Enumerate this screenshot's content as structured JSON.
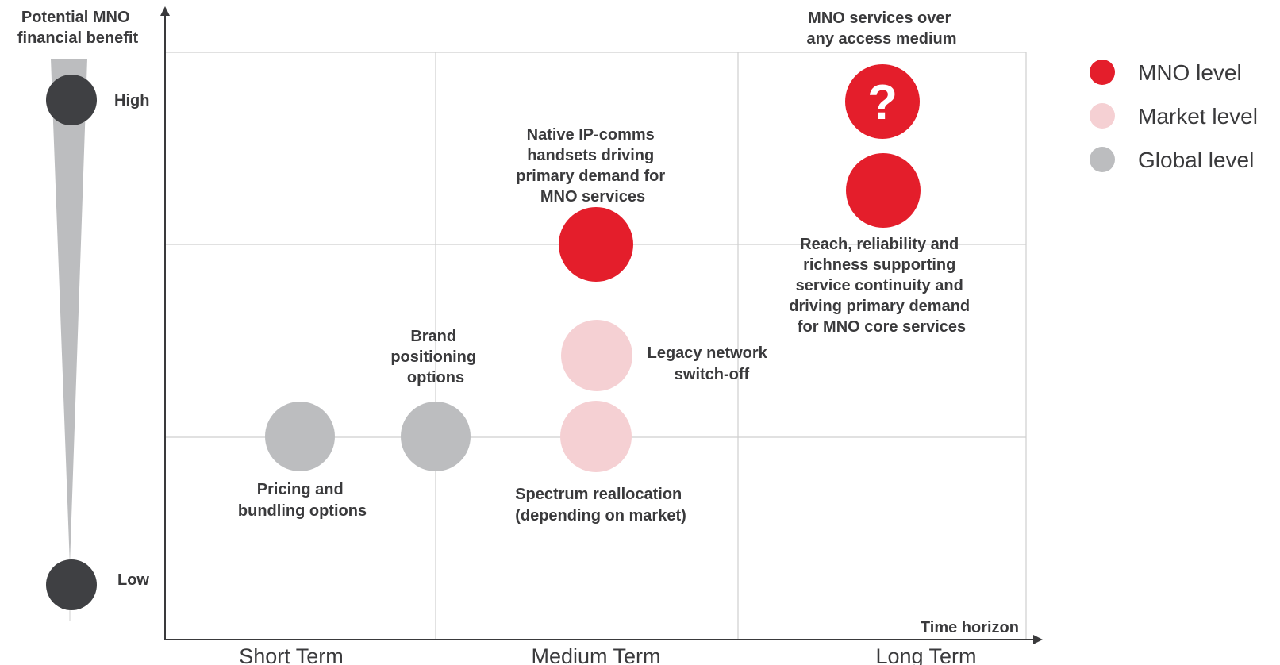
{
  "y_axis": {
    "title": [
      "Potential MNO",
      "financial benefit"
    ],
    "high_label": "High",
    "low_label": "Low"
  },
  "x_axis": {
    "title": "Time horizon",
    "terms": [
      "Short Term",
      "Medium Term",
      "Long Term"
    ]
  },
  "legend": [
    {
      "label": "MNO level",
      "color": "#e41e2b"
    },
    {
      "label": "Market level",
      "color": "#f5d0d3"
    },
    {
      "label": "Global level",
      "color": "#bcbdbf"
    }
  ],
  "colors": {
    "text": "#3a3a3c",
    "grid": "#cfcfcf",
    "axis": "#3a3a3c",
    "scale_dot": "#3f4043",
    "scale_wedge": "#bcbdbf"
  },
  "nodes": {
    "pricing": {
      "level": "Global level",
      "label": [
        "Pricing and",
        "bundling options"
      ]
    },
    "brand": {
      "level": "Global level",
      "label": [
        "Brand",
        "positioning",
        "options"
      ]
    },
    "spectrum": {
      "level": "Market level",
      "label": [
        "Spectrum reallocation",
        "(depending on market)"
      ]
    },
    "legacy": {
      "level": "Market level",
      "label": [
        "Legacy network",
        "switch-off"
      ]
    },
    "native_ip": {
      "level": "MNO level",
      "label": [
        "Native IP-comms",
        "handsets driving",
        "primary demand for",
        "MNO services"
      ]
    },
    "reach": {
      "level": "MNO level",
      "label": [
        "Reach, reliability and",
        "richness supporting",
        "service continuity and",
        "driving primary demand",
        "for MNO core services"
      ]
    },
    "any_access": {
      "level": "MNO level",
      "glyph": "?",
      "label": [
        "MNO services over",
        "any access medium"
      ]
    }
  }
}
